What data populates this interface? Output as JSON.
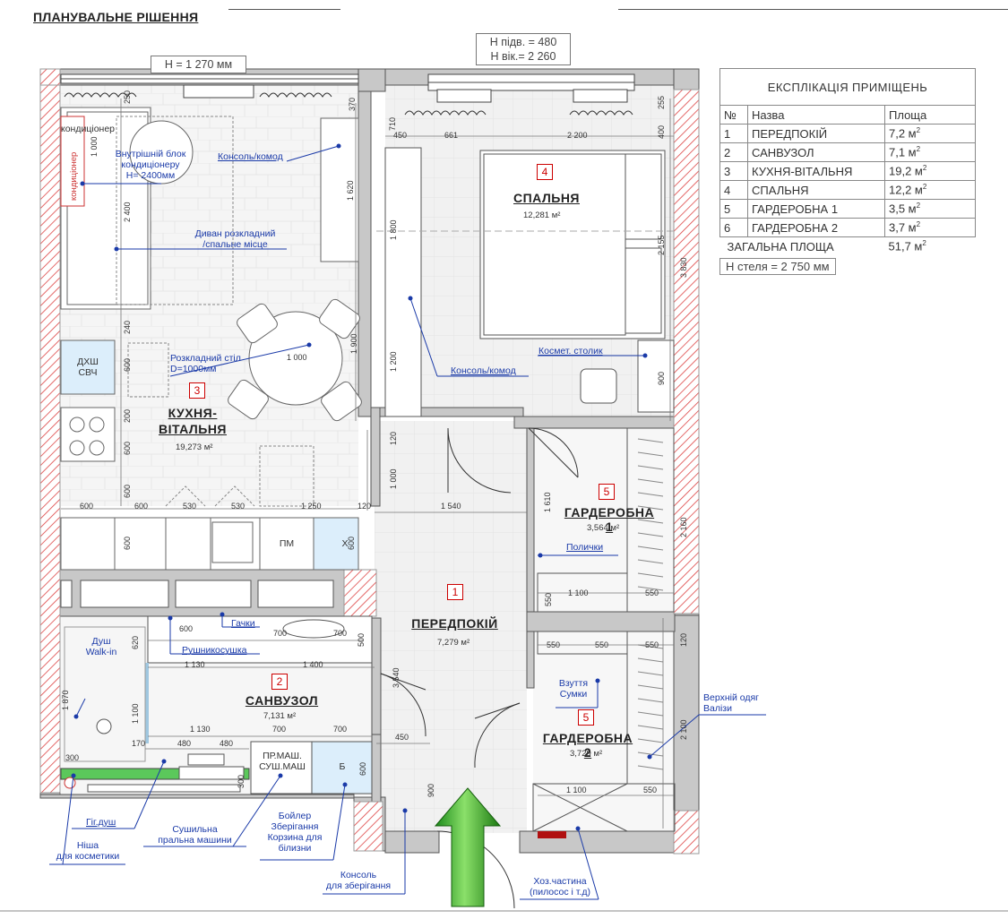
{
  "header": {
    "title": "ПЛАНУВАЛЬНЕ РІШЕННЯ"
  },
  "notes": {
    "h_window_kitchen": "Н = 1 270 мм",
    "h_sill": "Н підв. = 480",
    "h_window": "Н вік.= 2 260",
    "ceiling": "Н стеля = 2 750 мм"
  },
  "explication": {
    "title": "ЕКСПЛІКАЦІЯ ПРИМІЩЕНЬ",
    "col_no": "№",
    "col_name": "Назва",
    "col_area": "Площа",
    "rows": [
      {
        "no": "1",
        "name": "ПЕРЕДПОКІЙ",
        "area": "7,2 м",
        "sup": "2"
      },
      {
        "no": "2",
        "name": "САНВУЗОЛ",
        "area": "7,1 м",
        "sup": "2"
      },
      {
        "no": "3",
        "name": "КУХНЯ-ВІТАЛЬНЯ",
        "area": "19,2 м",
        "sup": "2"
      },
      {
        "no": "4",
        "name": "СПАЛЬНЯ",
        "area": "12,2 м",
        "sup": "2"
      },
      {
        "no": "5",
        "name": "ГАРДЕРОБНА 1",
        "area": "3,5 м",
        "sup": "2"
      },
      {
        "no": "6",
        "name": "ГАРДЕРОБНА 2",
        "area": "3,7 м",
        "sup": "2"
      }
    ],
    "total_label": "ЗАГАЛЬНА ПЛОЩА",
    "total_area": "51,7 м",
    "total_sup": "2"
  },
  "rooms": {
    "kitchen": {
      "num": "3",
      "name_line1": "КУХНЯ-",
      "name_line2": "ВІТАЛЬНЯ",
      "area": "19,273 м²"
    },
    "bedroom": {
      "num": "4",
      "name": "СПАЛЬНЯ",
      "area": "12,281 м²"
    },
    "hall": {
      "num": "1",
      "name": "ПЕРЕДПОКІЙ",
      "area": "7,279 м²"
    },
    "bath": {
      "num": "2",
      "name": "САНВУЗОЛ",
      "area": "7,131 м²"
    },
    "ward1": {
      "num": "5",
      "name": "ГАРДЕРОБНА 1",
      "area": "3,564 м²"
    },
    "ward2": {
      "num": "5",
      "name": "ГАРДЕРОБНА 2",
      "area": "3,729 м²"
    }
  },
  "labels": {
    "ac": "Внутрішній блок\nкондиціонеру\nН= 2400мм",
    "console1": "Консоль/комод",
    "sofa": "Диван розкладний\n/спальне місце",
    "table": "Розкладний стіл\nD=1000мм",
    "console2": "Консоль/комод",
    "vanity": "Космет. столик",
    "shelves": "Полички",
    "hooks": "Гачки",
    "towel": "Рушникосушка",
    "shower": "Душ\nWalk-in",
    "shoes": "Взуття\nСумки",
    "outerwear": "Верхній одяг\nВалізи",
    "hyg_shower": "Гіг.душ",
    "dryer": "Сушильна\nпральна машини",
    "boiler": "Бойлер\nЗберігання\nКорзина для\nбілизни",
    "niche": "Ніша\nдля косметики",
    "console3": "Консоль\nдля зберігання",
    "utility": "Хоз.частина\n(пилосос і т.д)"
  },
  "fixtures": {
    "conditioner": "кондиціонер",
    "micro": "ДХШ\nСВЧ",
    "dishwasher": "ПМ",
    "fridge": "Х",
    "washer": "ПР.МАШ.\nСУШ.МАШ",
    "boiler_b": "Б"
  },
  "dims": {
    "d_250": "250",
    "d_370": "370",
    "d_710": "710",
    "d_255": "255",
    "d_450a": "450",
    "d_661": "661",
    "d_2200": "2 200",
    "d_400": "400",
    "d_1000a": "1 000",
    "d_1620": "1 620",
    "d_2400": "2 400",
    "d_1800": "1 800",
    "d_2155": "2 155",
    "d_3830": "3 830",
    "d_240": "240",
    "d_600a": "600",
    "d_1000t": "1 000",
    "d_1900": "1 900",
    "d_1200a": "1 200",
    "d_900a": "900",
    "d_200": "200",
    "d_600b": "600",
    "d_600c": "600",
    "d_120a": "120",
    "d_1000b": "1 000",
    "d_600k1": "600",
    "d_600k2": "600",
    "d_530a": "530",
    "d_530b": "530",
    "d_1250": "1 250",
    "d_120b": "120",
    "d_1540": "1 540",
    "d_1610": "1 610",
    "d_2160": "2 160",
    "d_600k3": "600",
    "d_600k4": "600",
    "d_550a": "550",
    "d_1100a": "1 100",
    "d_550b": "550",
    "d_600d": "600",
    "d_620": "620",
    "d_700a": "700",
    "d_700b": "700",
    "d_500": "500",
    "d_1130a": "1 130",
    "d_1400": "1 400",
    "d_120c": "120",
    "d_550c": "550",
    "d_550d": "550",
    "d_550e": "550",
    "d_3540": "3 540",
    "d_1870": "1 870",
    "d_1100b": "1 100",
    "d_1130b": "1 130",
    "d_700c": "700",
    "d_700d": "700",
    "d_170": "170",
    "d_480a": "480",
    "d_480b": "480",
    "d_300a": "300",
    "d_600e": "600",
    "d_300b": "300",
    "d_450b": "450",
    "d_2100": "2 100",
    "d_900b": "900",
    "d_1100c": "1 100",
    "d_550f": "550"
  }
}
